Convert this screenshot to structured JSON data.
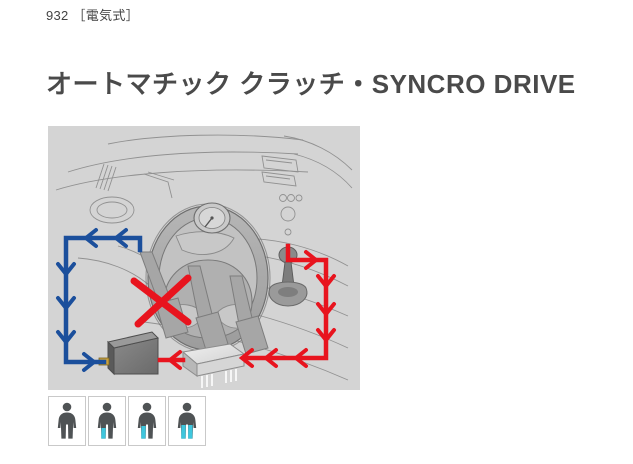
{
  "header": {
    "page_number": "932 ［電気式］",
    "title": "オートマチック クラッチ・SYNCRO DRIVE"
  },
  "illustration": {
    "name": "automatic-clutch-syncro-drive-diagram",
    "background_color": "#d4d4d4",
    "signal_paths": [
      {
        "name": "blue-signal-path",
        "color": "#1b4f9c",
        "description": "Blue arrow path running from clutch pedal area counter-clockwise down the left side to the clutch actuator"
      },
      {
        "name": "red-signal-path",
        "color": "#e8141e",
        "description": "Red arrow path running from the shift lever down the right side and left into the control unit"
      }
    ],
    "components": [
      {
        "name": "steering-wheel",
        "color": "#a8a8a8"
      },
      {
        "name": "instrument-cluster",
        "color": "#b4b4b4"
      },
      {
        "name": "shift-lever",
        "color": "#8c8c8c"
      },
      {
        "name": "clutch-actuator",
        "color": "#6e6e6e"
      },
      {
        "name": "control-unit-ecu",
        "color": "#d8d8d8"
      },
      {
        "name": "pedals",
        "color": "#a0a0a0"
      }
    ],
    "annotation": {
      "name": "clutch-pedal-crossed-out",
      "symbol": "X",
      "color": "#e8141e",
      "meaning": "no clutch pedal"
    }
  },
  "status_icons": {
    "name": "occupant-status-indicator",
    "body_color": "#4f5355",
    "highlight_color": "#3ec6dd",
    "items": [
      {
        "label": "icon-1",
        "highlighted_legs": 0
      },
      {
        "label": "icon-2",
        "highlighted_legs": 1
      },
      {
        "label": "icon-3",
        "highlighted_legs": 1
      },
      {
        "label": "icon-4",
        "highlighted_legs": 2
      }
    ]
  }
}
